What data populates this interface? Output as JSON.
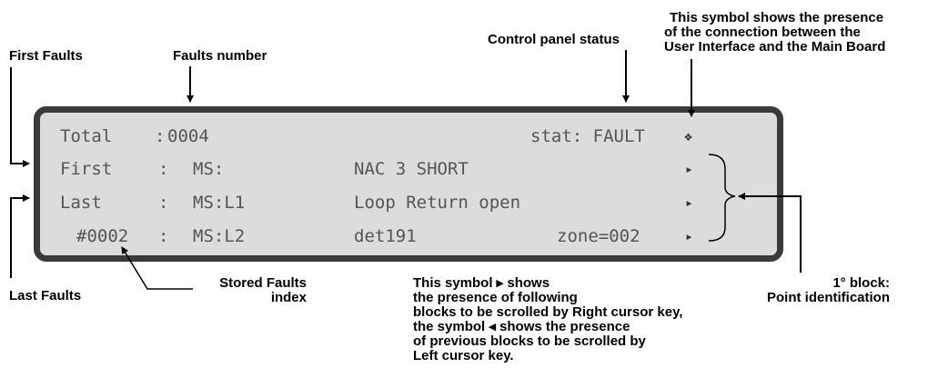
{
  "annotations": {
    "first_faults": "First  Faults",
    "faults_number": "Faults number",
    "control_panel_status": "Control panel status",
    "connection_symbol": [
      "This symbol shows the presence",
      "of  the connection between the",
      "User Interface and the Main Board"
    ],
    "last_faults": "Last Faults",
    "stored_faults_index": [
      "Stored Faults",
      "index"
    ],
    "block_symbol": [
      "This symbol ▸ shows",
      "the presence of following",
      "blocks to be scrolled by Right cursor key,",
      "the symbol ◂  shows the presence",
      "of previous blocks to be scrolled by",
      "Left cursor key."
    ],
    "first_block": [
      "1° block:",
      "Point identification"
    ]
  },
  "display": {
    "row1": {
      "label": "Total",
      "sep": ":",
      "value": "0004",
      "status": "stat: FAULT",
      "symbol": "❖"
    },
    "row2": {
      "label": "First",
      "sep": ":",
      "ms": "MS:",
      "desc": "NAC 3 SHORT",
      "arrow": "▸"
    },
    "row3": {
      "label": "Last",
      "sep": ":",
      "ms": "MS:L1",
      "desc": "Loop Return open",
      "arrow": "▸"
    },
    "row4": {
      "label": "#0002",
      "sep": ":",
      "ms": "MS:L2",
      "desc": "det191",
      "zone": "zone=002",
      "arrow": "▸"
    }
  },
  "colors": {
    "frame": "#3a3a3a",
    "screen": "#dcdcdc",
    "lcd_text": "#555555"
  }
}
